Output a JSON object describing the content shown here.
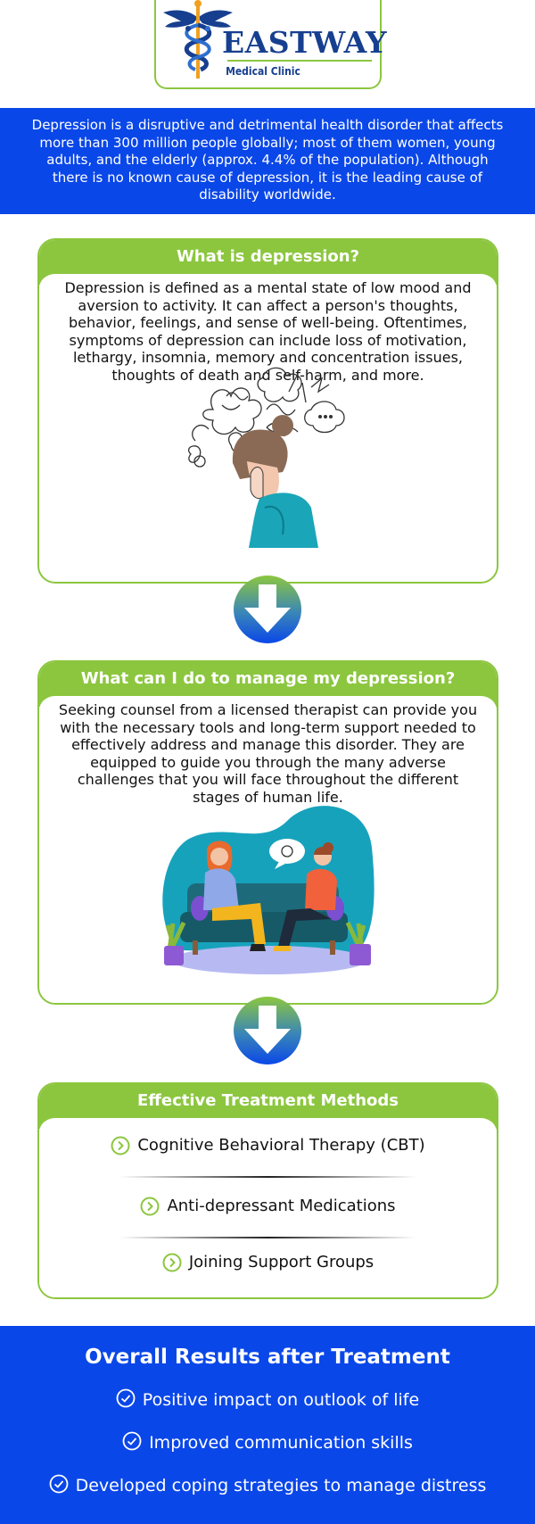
{
  "logo": {
    "name": "EASTWAY",
    "subtitle": "Medical Clinic",
    "brand_color": "#173f8f",
    "accent_color": "#8cc63f"
  },
  "intro": {
    "text": "Depression is a disruptive and detrimental health disorder that affects more than 300 million people globally; most of them women, young adults, and the elderly (approx. 4.4% of the population). Although there is no known cause of depression, it is the leading cause of disability worldwide."
  },
  "sections": [
    {
      "heading": "What is depression?",
      "body": "Depression is defined as a mental state of low mood and aversion to activity. It can affect a person's thoughts, behavior, feelings, and sense of well-being. Oftentimes, symptoms of depression can include loss of motivation, lethargy, insomnia, memory and concentration issues, thoughts of death and self-harm, and more.",
      "illustration": "stressed-woman-icon"
    },
    {
      "heading": "What can I do to manage my depression?",
      "body": "Seeking counsel from a licensed therapist can provide you with the necessary tools and long-term support needed to effectively address and manage this disorder. They are equipped to guide you through the many adverse challenges that you will face throughout the different stages of human life.",
      "illustration": "therapy-session-icon"
    }
  ],
  "treatments": {
    "heading": "Effective Treatment Methods",
    "items": [
      "Cognitive Behavioral Therapy (CBT)",
      "Anti-depressant Medications",
      "Joining Support Groups"
    ]
  },
  "results": {
    "heading": "Overall Results after Treatment",
    "items": [
      "Positive impact on outlook of life",
      "Improved communication skills",
      "Developed coping strategies to manage distress"
    ]
  },
  "colors": {
    "banner_blue": "#0a47e8",
    "accent_green": "#8cc63f"
  }
}
